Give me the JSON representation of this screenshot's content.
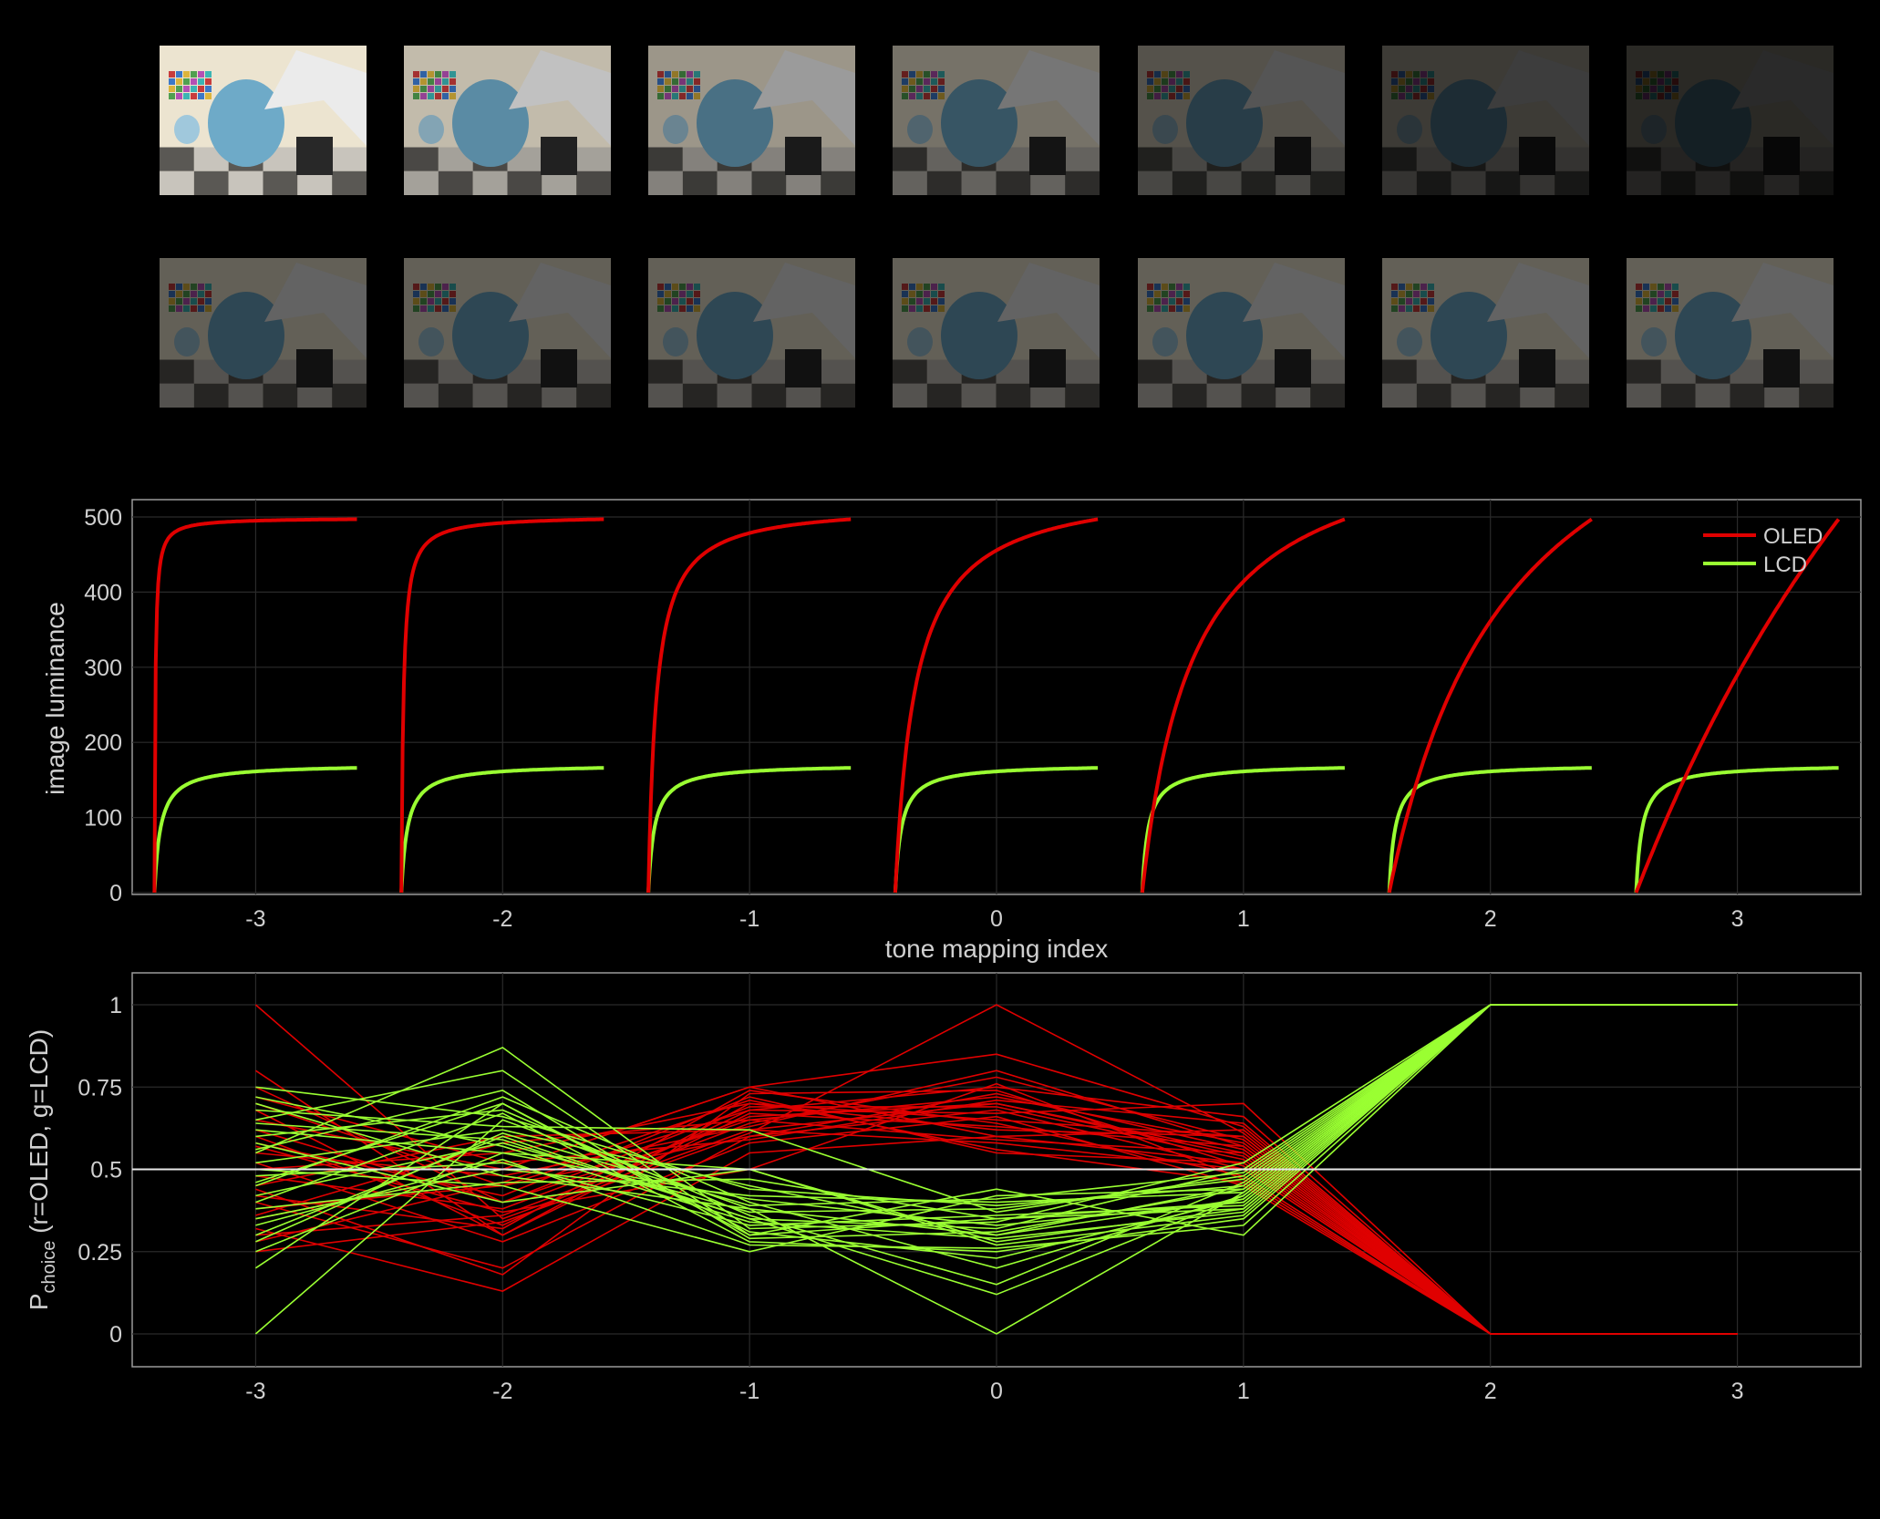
{
  "colors": {
    "background": "#000000",
    "oled": "#e00000",
    "lcd": "#9aff32",
    "axis": "#9a9a9a",
    "grid": "#2a2a2a",
    "text": "#d0d0d0"
  },
  "thumbnails": {
    "description_note": "",
    "rows": [
      {
        "brightness": [
          1.0,
          0.82,
          0.66,
          0.5,
          0.36,
          0.26,
          0.18
        ]
      },
      {
        "brightness": [
          0.42,
          0.42,
          0.42,
          0.42,
          0.42,
          0.42,
          0.42
        ]
      }
    ]
  },
  "chart_data": [
    {
      "type": "line",
      "title": "",
      "xlabel": "tone mapping index",
      "ylabel": "image luminance",
      "xticks": [
        "-3",
        "-2",
        "-1",
        "0",
        "1",
        "2",
        "3"
      ],
      "yticks": [
        "0",
        "100",
        "200",
        "300",
        "400",
        "500"
      ],
      "ylim": [
        0,
        520
      ],
      "xlim": [
        -3.5,
        3.5
      ],
      "grid": true,
      "legend": {
        "position": "top-right",
        "entries": [
          "OLED",
          "LCD"
        ]
      },
      "series": [
        {
          "name": "OLED",
          "max": 497,
          "segments": [
            -3,
            -2,
            -1,
            0,
            1,
            2,
            3
          ],
          "curve_sharpness": [
            0.004,
            0.01,
            0.04,
            0.1,
            0.25,
            0.6,
            2.5
          ]
        },
        {
          "name": "LCD",
          "max": 166,
          "segments": [
            -3,
            -2,
            -1,
            0,
            1,
            2,
            3
          ],
          "curve_sharpness": [
            0.03,
            0.03,
            0.03,
            0.03,
            0.03,
            0.03,
            0.03
          ]
        }
      ]
    },
    {
      "type": "line",
      "title": "",
      "xlabel": "",
      "ylabel": "P",
      "ylabel_sub": "choice",
      "ylabel_rest": " (r=OLED, g=LCD)",
      "xticks": [
        "-3",
        "-2",
        "-1",
        "0",
        "1",
        "2",
        "3"
      ],
      "yticks": [
        "0",
        "0.25",
        "0.5",
        "0.75",
        "1"
      ],
      "ylim": [
        -0.1,
        1.1
      ],
      "xlim": [
        -3.5,
        3.5
      ],
      "grid": true,
      "reference_line": 0.5,
      "x": [
        -3,
        -2,
        -1,
        0,
        1,
        2,
        3
      ],
      "series": [
        {
          "name": "OLED",
          "lines": [
            [
              1.0,
              0.35,
              0.62,
              0.7,
              0.55,
              0,
              0
            ],
            [
              0.8,
              0.3,
              0.7,
              0.65,
              0.6,
              0,
              0
            ],
            [
              0.75,
              0.4,
              0.65,
              0.72,
              0.58,
              0,
              0
            ],
            [
              0.7,
              0.45,
              0.6,
              0.68,
              0.5,
              0,
              0
            ],
            [
              0.65,
              0.5,
              0.75,
              0.6,
              0.62,
              0,
              0
            ],
            [
              0.6,
              0.33,
              0.68,
              0.75,
              0.66,
              0,
              0
            ],
            [
              0.58,
              0.42,
              0.72,
              0.55,
              0.52,
              0,
              0
            ],
            [
              0.55,
              0.48,
              0.63,
              0.8,
              0.57,
              0,
              0
            ],
            [
              0.52,
              0.28,
              0.58,
              0.66,
              0.45,
              0,
              0
            ],
            [
              0.5,
              0.55,
              0.7,
              0.62,
              0.6,
              0,
              0
            ],
            [
              0.48,
              0.38,
              0.66,
              0.7,
              0.54,
              0,
              0
            ],
            [
              0.45,
              0.6,
              0.62,
              0.58,
              0.5,
              0,
              0
            ],
            [
              0.42,
              0.32,
              0.74,
              0.64,
              0.48,
              0,
              0
            ],
            [
              0.4,
              0.2,
              0.6,
              0.73,
              0.56,
              0,
              0
            ],
            [
              0.38,
              0.45,
              0.68,
              0.67,
              0.7,
              0,
              0
            ],
            [
              0.35,
              0.5,
              0.75,
              0.85,
              0.63,
              0,
              0
            ],
            [
              0.32,
              0.13,
              0.55,
              0.6,
              0.52,
              0,
              0
            ],
            [
              0.3,
              0.36,
              0.64,
              0.78,
              0.59,
              0,
              0
            ],
            [
              0.28,
              0.46,
              0.71,
              0.56,
              0.46,
              0,
              0
            ],
            [
              0.25,
              0.34,
              0.61,
              1.0,
              0.61,
              0,
              0
            ],
            [
              0.62,
              0.4,
              0.69,
              0.69,
              0.53,
              0,
              0
            ],
            [
              0.68,
              0.3,
              0.67,
              0.63,
              0.57,
              0,
              0
            ],
            [
              0.72,
              0.52,
              0.59,
              0.71,
              0.64,
              0,
              0
            ],
            [
              0.44,
              0.18,
              0.73,
              0.74,
              0.51,
              0,
              0
            ],
            [
              0.36,
              0.58,
              0.65,
              0.59,
              0.55,
              0,
              0
            ],
            [
              0.57,
              0.37,
              0.5,
              0.76,
              0.47,
              0,
              0
            ]
          ]
        },
        {
          "name": "LCD",
          "lines": [
            [
              0.0,
              0.65,
              0.38,
              0.3,
              0.45,
              1,
              1
            ],
            [
              0.2,
              0.7,
              0.3,
              0.35,
              0.4,
              1,
              1
            ],
            [
              0.25,
              0.55,
              0.5,
              0.28,
              0.38,
              1,
              1
            ],
            [
              0.3,
              0.6,
              0.35,
              0.32,
              0.5,
              1,
              1
            ],
            [
              0.35,
              0.5,
              0.42,
              0.4,
              0.43,
              1,
              1
            ],
            [
              0.4,
              0.67,
              0.28,
              0.25,
              0.35,
              1,
              1
            ],
            [
              0.42,
              0.58,
              0.37,
              0.38,
              0.47,
              1,
              1
            ],
            [
              0.45,
              0.72,
              0.4,
              0.2,
              0.42,
              1,
              1
            ],
            [
              0.48,
              0.52,
              0.33,
              0.36,
              0.39,
              1,
              1
            ],
            [
              0.5,
              0.45,
              0.25,
              0.42,
              0.44,
              1,
              1
            ],
            [
              0.52,
              0.62,
              0.45,
              0.3,
              0.41,
              1,
              1
            ],
            [
              0.55,
              0.87,
              0.32,
              0.34,
              0.52,
              1,
              1
            ],
            [
              0.58,
              0.4,
              0.5,
              0.27,
              0.36,
              1,
              1
            ],
            [
              0.6,
              0.68,
              0.36,
              0.15,
              0.46,
              1,
              1
            ],
            [
              0.62,
              0.55,
              0.41,
              0.33,
              0.4,
              1,
              1
            ],
            [
              0.65,
              0.8,
              0.3,
              0.44,
              0.3,
              1,
              1
            ],
            [
              0.68,
              0.63,
              0.62,
              0.37,
              0.48,
              1,
              1
            ],
            [
              0.7,
              0.48,
              0.38,
              0.0,
              0.43,
              1,
              1
            ],
            [
              0.72,
              0.57,
              0.34,
              0.29,
              0.37,
              1,
              1
            ],
            [
              0.75,
              0.66,
              0.44,
              0.39,
              0.45,
              1,
              1
            ],
            [
              0.33,
              0.53,
              0.27,
              0.26,
              0.33,
              1,
              1
            ],
            [
              0.28,
              0.61,
              0.39,
              0.41,
              0.49,
              1,
              1
            ],
            [
              0.46,
              0.7,
              0.31,
              0.23,
              0.41,
              1,
              1
            ],
            [
              0.38,
              0.46,
              0.47,
              0.35,
              0.38,
              1,
              1
            ],
            [
              0.56,
              0.74,
              0.29,
              0.31,
              0.44,
              1,
              1
            ],
            [
              0.64,
              0.59,
              0.35,
              0.12,
              0.42,
              1,
              1
            ]
          ]
        }
      ]
    }
  ]
}
